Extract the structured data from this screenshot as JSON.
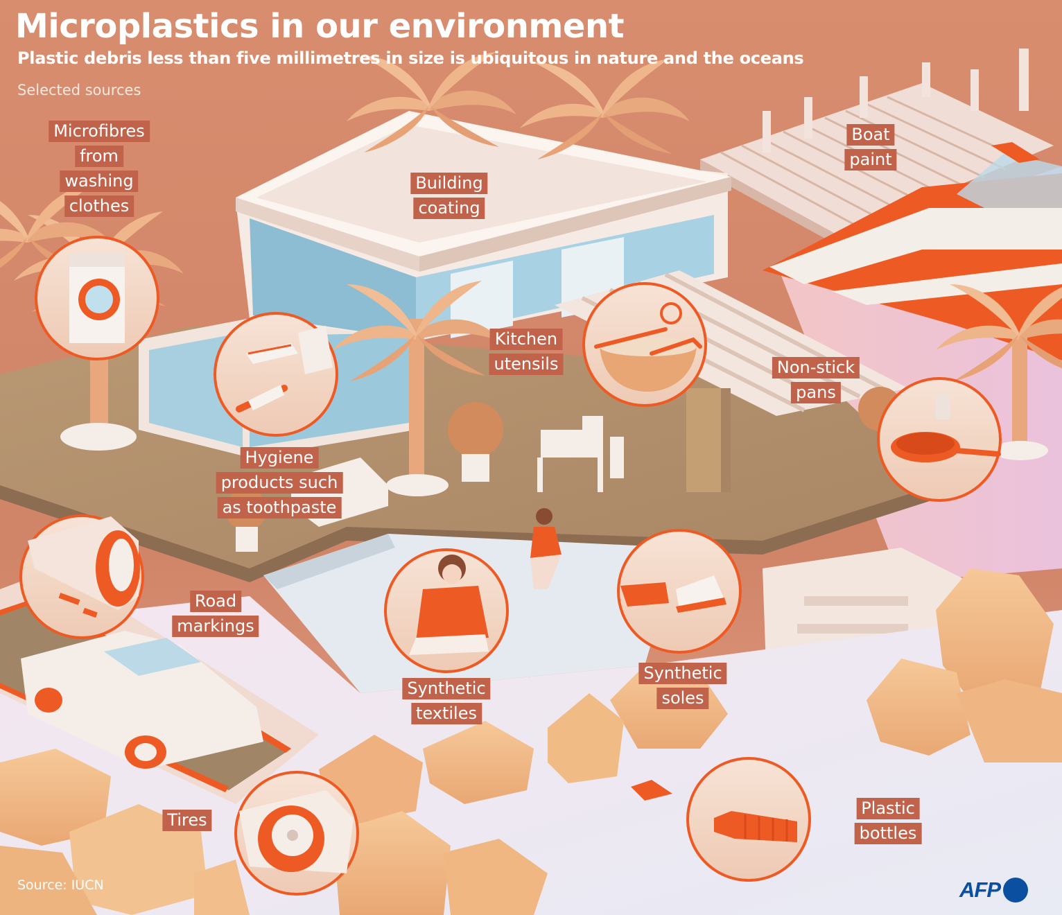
{
  "title": "Microplastics in our environment",
  "subtitle": "Plastic debris less than five millimetres in size is ubiquitous in nature and the oceans",
  "note": "Selected sources",
  "source": "Source: IUCN",
  "logo": "AFP",
  "colors": {
    "background": "#d4896c",
    "label_fill": "#c0634a",
    "accent_orange": "#ee5a24",
    "logo_blue": "#0a4fa0"
  },
  "sources": [
    {
      "id": "microfibres",
      "lines": [
        "Microfibres",
        "from",
        "washing",
        "clothes"
      ],
      "icon": "washing-machine-icon"
    },
    {
      "id": "building",
      "lines": [
        "Building",
        "coating"
      ],
      "icon": "house-icon"
    },
    {
      "id": "boat",
      "lines": [
        "Boat",
        "paint"
      ],
      "icon": "boat-icon"
    },
    {
      "id": "kitchen",
      "lines": [
        "Kitchen",
        "utensils"
      ],
      "icon": "bowl-icon"
    },
    {
      "id": "nonstick",
      "lines": [
        "Non-stick",
        "pans"
      ],
      "icon": "pan-icon"
    },
    {
      "id": "hygiene",
      "lines": [
        "Hygiene",
        "products such",
        "as toothpaste"
      ],
      "icon": "toothpaste-icon"
    },
    {
      "id": "road",
      "lines": [
        "Road",
        "markings"
      ],
      "icon": "road-marking-icon"
    },
    {
      "id": "textiles",
      "lines": [
        "Synthetic",
        "textiles"
      ],
      "icon": "sweater-icon"
    },
    {
      "id": "soles",
      "lines": [
        "Synthetic",
        "soles"
      ],
      "icon": "sneaker-icon"
    },
    {
      "id": "tires",
      "lines": [
        "Tires"
      ],
      "icon": "tire-icon"
    },
    {
      "id": "bottles",
      "lines": [
        "Plastic",
        "bottles"
      ],
      "icon": "bottle-icon"
    }
  ]
}
